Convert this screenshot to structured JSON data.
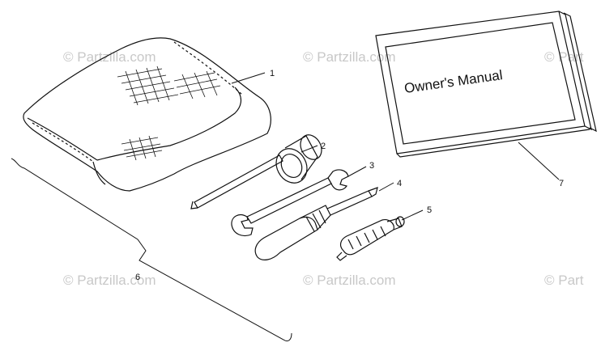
{
  "watermark": {
    "text": "© Partzilla.com",
    "text_short": "© Part"
  },
  "manual": {
    "title": "Owner's Manual"
  },
  "callouts": {
    "c1": "1",
    "c2": "2",
    "c3": "3",
    "c4": "4",
    "c5": "5",
    "c6": "6",
    "c7": "7"
  }
}
